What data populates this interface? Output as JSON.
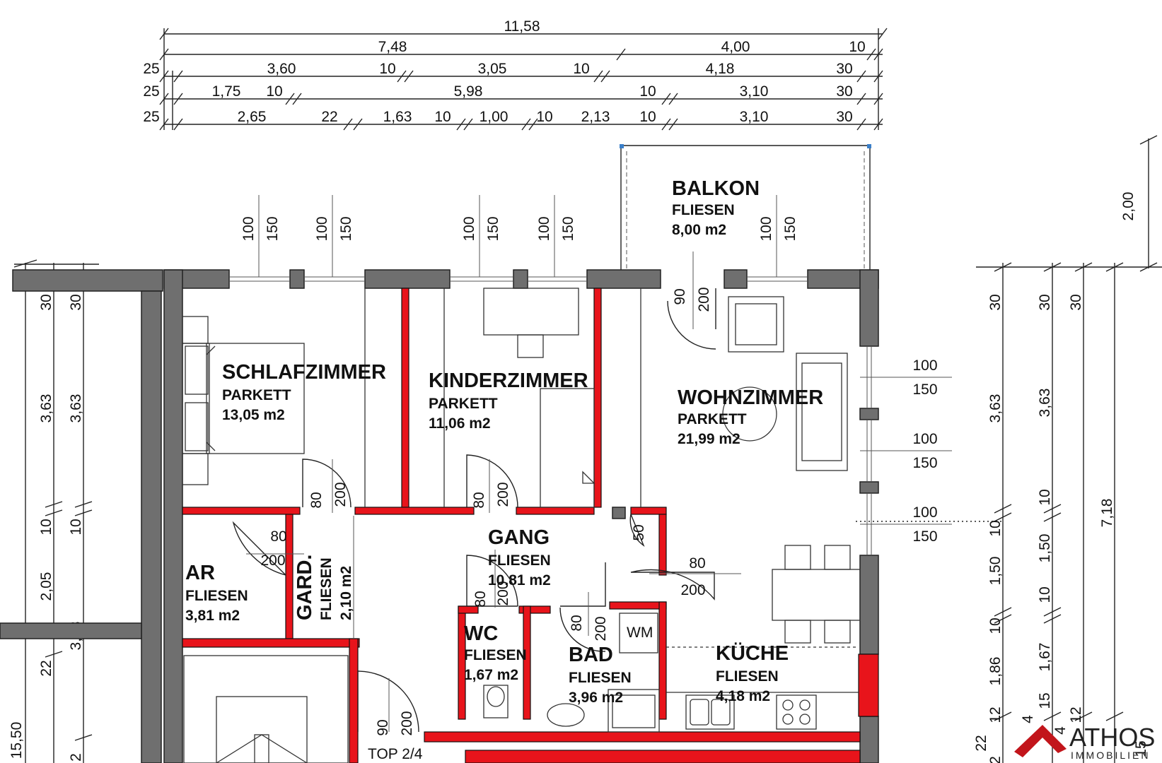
{
  "rooms": {
    "balkon": {
      "name": "BALKON",
      "floor": "FLIESEN",
      "area": "8,00 m2"
    },
    "schlafzimmer": {
      "name": "SCHLAFZIMMER",
      "floor": "PARKETT",
      "area": "13,05 m2"
    },
    "kinderzimmer": {
      "name": "KINDERZIMMER",
      "floor": "PARKETT",
      "area": "11,06 m2"
    },
    "wohnzimmer": {
      "name": "WOHNZIMMER",
      "floor": "PARKETT",
      "area": "21,99 m2"
    },
    "gang": {
      "name": "GANG",
      "floor": "FLIESEN",
      "area": "10,81 m2"
    },
    "ar": {
      "name": "AR",
      "floor": "FLIESEN",
      "area": "3,81 m2"
    },
    "gard": {
      "name": "GARD.",
      "floor": "FLIESEN",
      "area": "2,10 m2"
    },
    "wc": {
      "name": "WC",
      "floor": "FLIESEN",
      "area": "1,67 m2"
    },
    "bad": {
      "name": "BAD",
      "floor": "FLIESEN",
      "area": "3,96 m2"
    },
    "kueche": {
      "name": "KÜCHE",
      "floor": "FLIESEN",
      "area": "4,18 m2"
    }
  },
  "labels": {
    "wm": "WM",
    "top": "TOP 2/4"
  },
  "dimensions": {
    "row1": [
      "11,58"
    ],
    "row2": [
      "7,48",
      "4,00",
      "10"
    ],
    "row3": [
      "25",
      "3,60",
      "10",
      "3,05",
      "10",
      "4,18",
      "30"
    ],
    "row4": [
      "25",
      "1,75",
      "10",
      "5,98",
      "10",
      "3,10",
      "30"
    ],
    "row5": [
      "25",
      "2,65",
      "22",
      "1,63",
      "10",
      "1,00",
      "10",
      "2,13",
      "10",
      "3,10",
      "30"
    ],
    "left_outer": [
      "30",
      "3,63",
      "10",
      "2,05",
      "22",
      "15,50"
    ],
    "left_inner": [
      "30",
      "3,63",
      "10",
      "3,58",
      "2"
    ],
    "right1": [
      "30",
      "3,63",
      "10",
      "1,50",
      "10",
      "1,86",
      "12",
      "22",
      "2"
    ],
    "right2": [
      "30",
      "3,63",
      "10",
      "1,50",
      "10",
      "1,67",
      "15",
      "4"
    ],
    "right3": [
      "30",
      "12",
      "4"
    ],
    "right4": [
      "7,18",
      "15"
    ],
    "right_top": [
      "2,00"
    ]
  },
  "openings": {
    "w1": [
      "100",
      "150"
    ],
    "w2": [
      "100",
      "150"
    ],
    "w3": [
      "100",
      "150"
    ],
    "w4": [
      "100",
      "150"
    ],
    "w_balkon": [
      "100",
      "150"
    ],
    "w_right1": [
      "100",
      "150"
    ],
    "w_right2": [
      "100",
      "150"
    ],
    "w_right3": [
      "100",
      "150"
    ],
    "d_balkon": [
      "90",
      "200"
    ],
    "d_schlaf": [
      "80",
      "200"
    ],
    "d_kinder": [
      "80",
      "200"
    ],
    "d_ar": [
      "80",
      "200"
    ],
    "d_wc": [
      "80",
      "200"
    ],
    "d_bad": [
      "80",
      "200"
    ],
    "d_kueche": [
      "80",
      "200"
    ],
    "d_entry": [
      "90",
      "200"
    ],
    "d_small": [
      "50"
    ]
  },
  "logo": {
    "name": "ATHOS",
    "tagline": "IMMOBILIEN"
  },
  "colors": {
    "wall": "#6f6f6f",
    "new_wall": "#e8141b",
    "line": "#222222"
  }
}
